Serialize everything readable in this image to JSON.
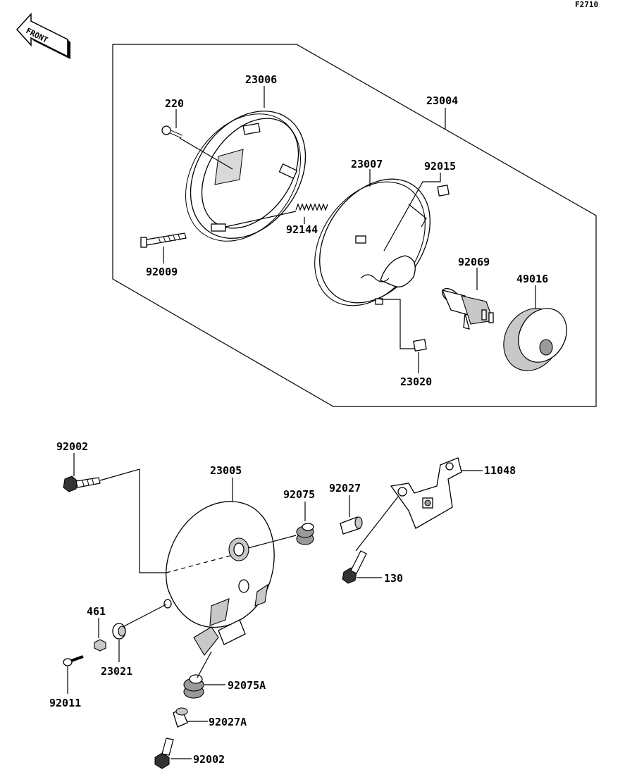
{
  "figure_code": "F2710",
  "front_label": "FRONT",
  "parts": {
    "p23006": "23006",
    "p220": "220",
    "p23004": "23004",
    "p23007": "23007",
    "p92015": "92015",
    "p92144": "92144",
    "p92009": "92009",
    "p92069": "92069",
    "p49016": "49016",
    "p23020": "23020",
    "p92002_top": "92002",
    "p23005": "23005",
    "p92075": "92075",
    "p92027": "92027",
    "p11048": "11048",
    "p130": "130",
    "p461": "461",
    "p23021": "23021",
    "p92011": "92011",
    "p92075A": "92075A",
    "p92027A": "92027A",
    "p92002_bottom": "92002"
  }
}
